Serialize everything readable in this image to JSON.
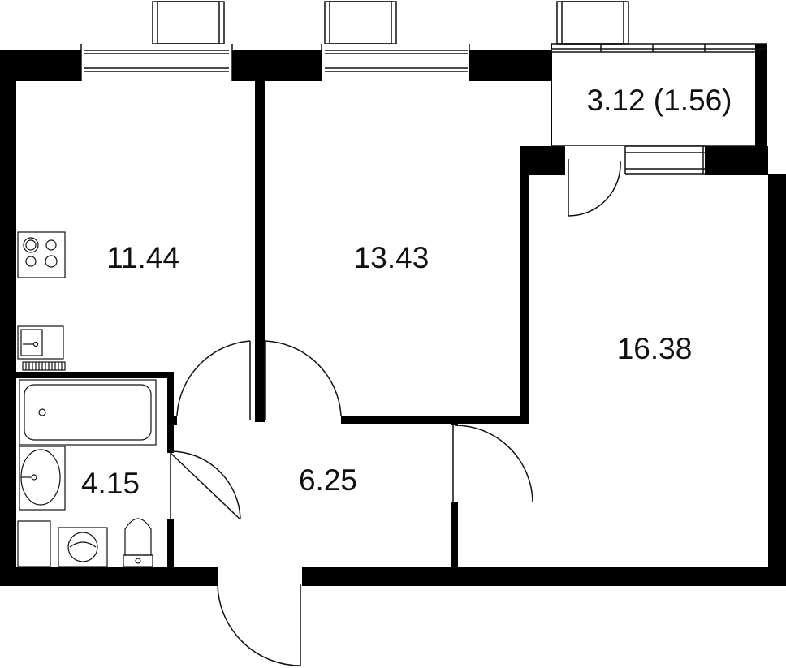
{
  "plan": {
    "rooms": [
      {
        "id": "kitchen",
        "area": "11.44"
      },
      {
        "id": "bedroom",
        "area": "13.43"
      },
      {
        "id": "living",
        "area": "16.38"
      },
      {
        "id": "balcony",
        "area": "3.12 (1.56)"
      },
      {
        "id": "bathroom",
        "area": "4.15"
      },
      {
        "id": "hall",
        "area": "6.25"
      }
    ]
  }
}
